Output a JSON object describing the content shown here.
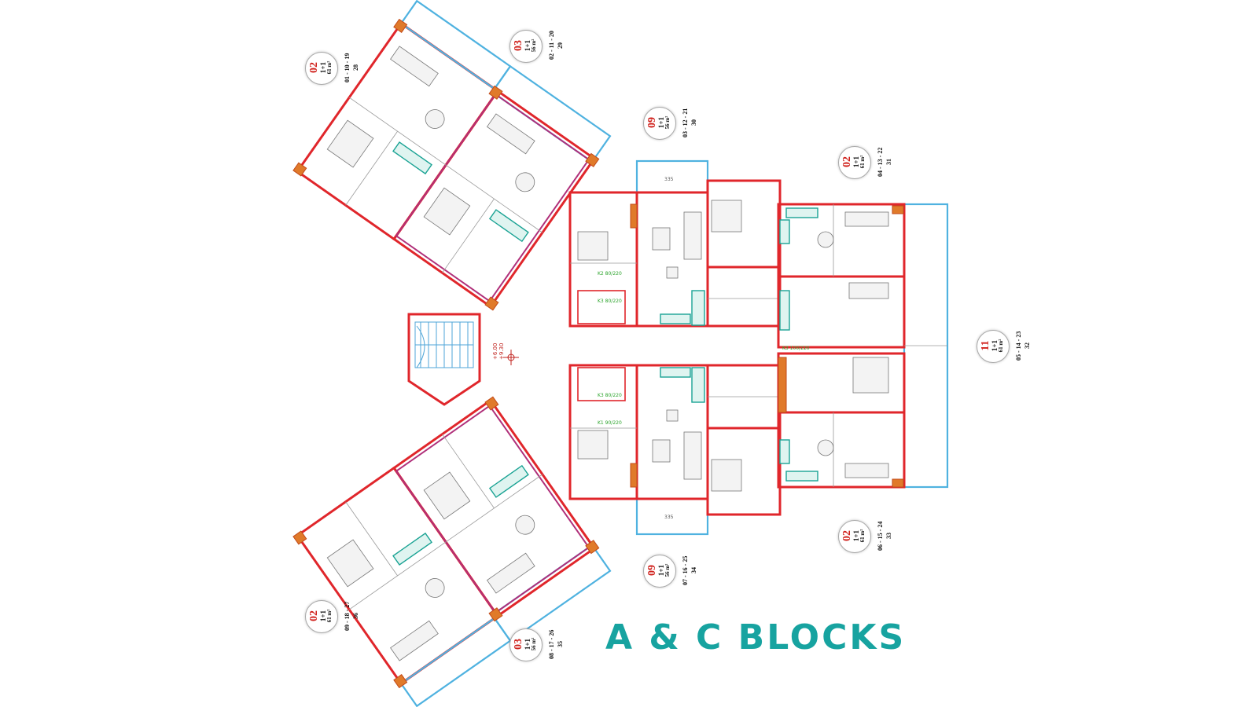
{
  "title": "A & C BLOCKS",
  "elevation": "+6.00 +9.30",
  "units": [
    {
      "code": "02",
      "type": "1+1",
      "area": "61 m²",
      "floors_a": "01 - 10 - 19",
      "floors_b": "28"
    },
    {
      "code": "03",
      "type": "1+1",
      "area": "56 m²",
      "floors_a": "02 - 11 - 20",
      "floors_b": "29"
    },
    {
      "code": "09",
      "type": "1+1",
      "area": "56 m²",
      "floors_a": "03 - 12 - 21",
      "floors_b": "30"
    },
    {
      "code": "02",
      "type": "1+1",
      "area": "61 m²",
      "floors_a": "04 - 13 - 22",
      "floors_b": "31"
    },
    {
      "code": "11",
      "type": "1+1",
      "area": "61 m²",
      "floors_a": "05 - 14 - 23",
      "floors_b": "32"
    },
    {
      "code": "02",
      "type": "1+1",
      "area": "61 m²",
      "floors_a": "06 - 15 - 24",
      "floors_b": "33"
    },
    {
      "code": "09",
      "type": "1+1",
      "area": "56 m²",
      "floors_a": "07 - 16 - 25",
      "floors_b": "34"
    },
    {
      "code": "03",
      "type": "1+1",
      "area": "56 m²",
      "floors_a": "08 - 17 - 26",
      "floors_b": "35"
    },
    {
      "code": "02",
      "type": "1+1",
      "area": "61 m²",
      "floors_a": "09 - 18 - 27",
      "floors_b": "36"
    }
  ],
  "colors": {
    "wall": "#e0262b",
    "balcony": "#4fb2e0",
    "kitchen": "#1aa394",
    "title": "#17a3a0",
    "column": "#e07a2a"
  },
  "icons": [
    "kitchen-unit-icon",
    "bed-icon",
    "sofa-icon",
    "dining-table-icon",
    "stair-icon"
  ]
}
